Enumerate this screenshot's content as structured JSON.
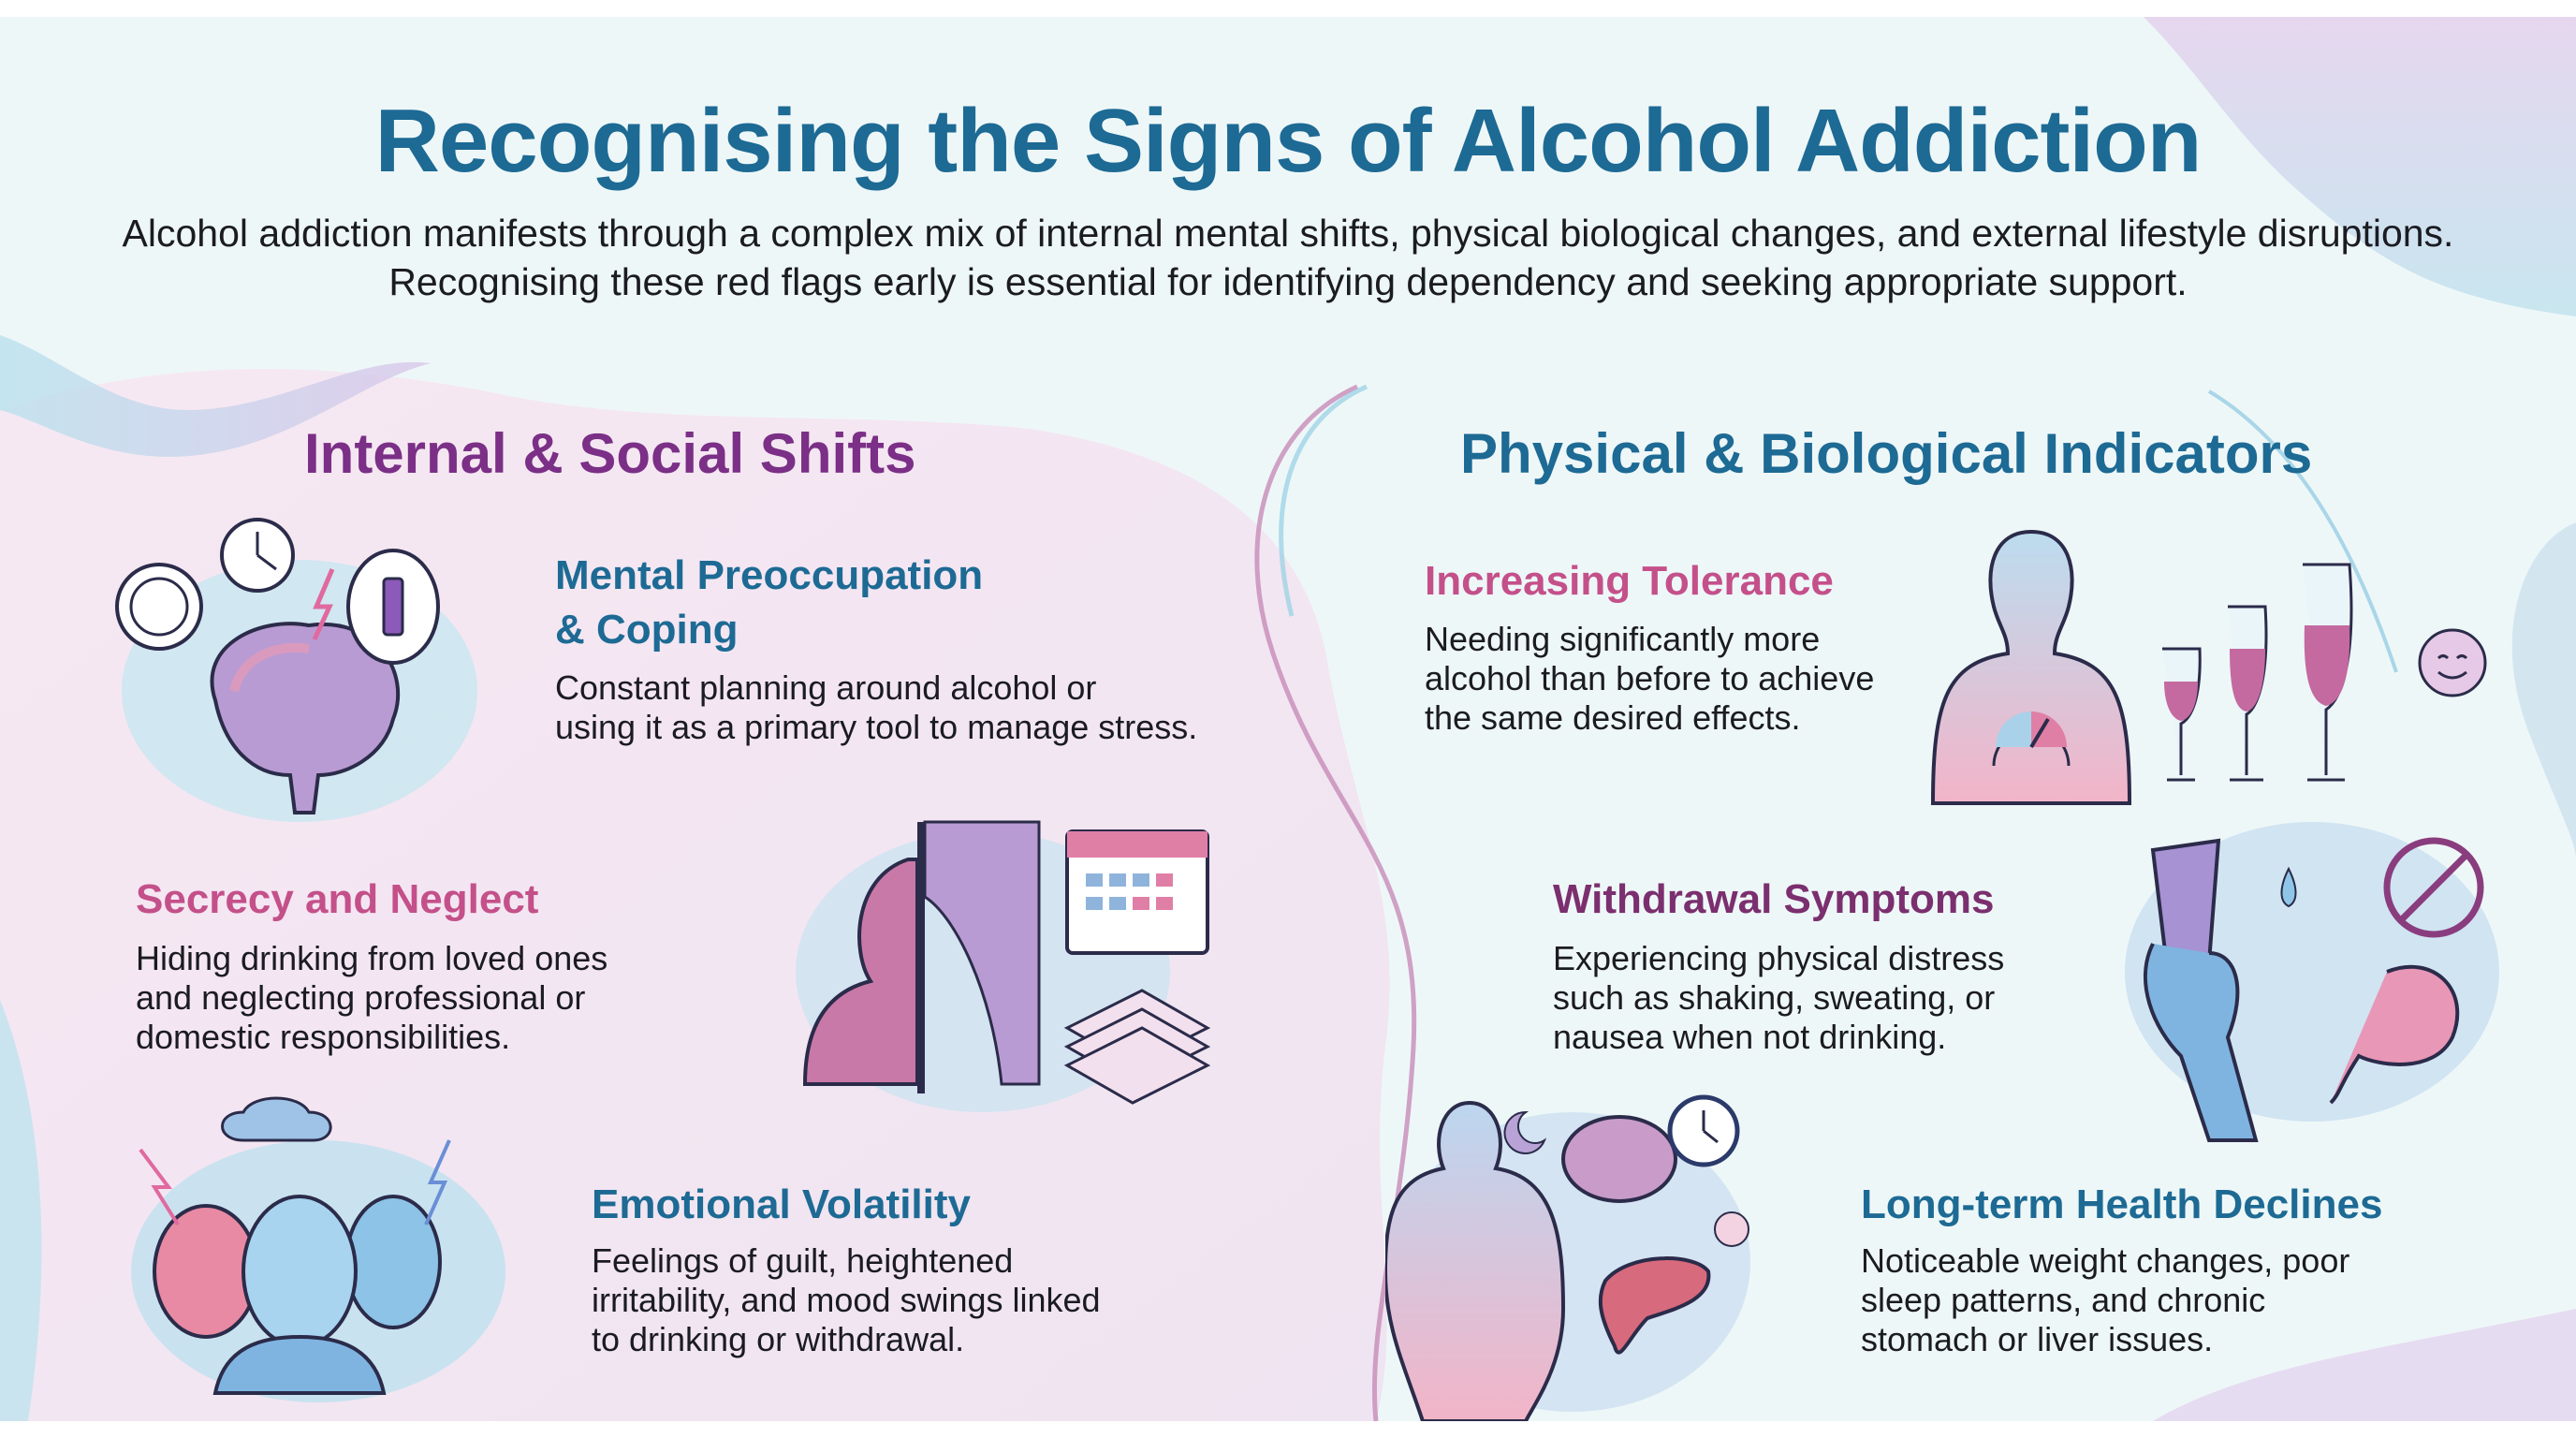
{
  "title": "Recognising the Signs of Alcohol Addiction",
  "intro": "Alcohol addiction manifests through a complex mix of internal mental shifts, physical biological changes, and external lifestyle disruptions. Recognising these red flags early is essential for identifying dependency and seeking appropriate support.",
  "colors": {
    "title": "#1d6a94",
    "internal_heading": "#7b2f86",
    "physical_heading": "#1d6a94",
    "pink_heading": "#c4508a",
    "plum_heading": "#7b2f6e",
    "background": "#eef7f8",
    "left_panel": "#f5e9f1"
  },
  "sections": {
    "internal": {
      "heading": "Internal & Social Shifts",
      "items": [
        {
          "title_line1": "Mental Preoccupation",
          "title_line2": "& Coping",
          "body_line1": "Constant planning around alcohol or",
          "body_line2": "using it as a primary tool to manage stress.",
          "icon": "brain-thoughts-icon"
        },
        {
          "title": "Secrecy and Neglect",
          "body_line1": "Hiding drinking from loved ones",
          "body_line2": "and neglecting professional or",
          "body_line3": "domestic responsibilities.",
          "icon": "hiding-person-calendar-icon"
        },
        {
          "title": "Emotional Volatility",
          "body_line1": "Feelings of guilt, heightened",
          "body_line2": "irritability, and mood swings linked",
          "body_line3": "to drinking or withdrawal.",
          "icon": "mood-faces-icon"
        }
      ]
    },
    "physical": {
      "heading": "Physical & Biological Indicators",
      "items": [
        {
          "title": "Increasing Tolerance",
          "body_line1": "Needing significantly more",
          "body_line2": "alcohol than before to achieve",
          "body_line3": "the same desired effects.",
          "icon": "body-gauge-glasses-icon"
        },
        {
          "title": "Withdrawal Symptoms",
          "body_line1": "Experiencing physical distress",
          "body_line2": "such as shaking, sweating, or",
          "body_line3": "nausea when not drinking.",
          "icon": "shaking-hand-stomach-icon"
        },
        {
          "title": "Long-term Health Declines",
          "body_line1": "Noticeable weight changes, poor",
          "body_line2": "sleep patterns, and chronic",
          "body_line3": "stomach or liver issues.",
          "icon": "body-liver-brain-icon"
        }
      ]
    }
  }
}
